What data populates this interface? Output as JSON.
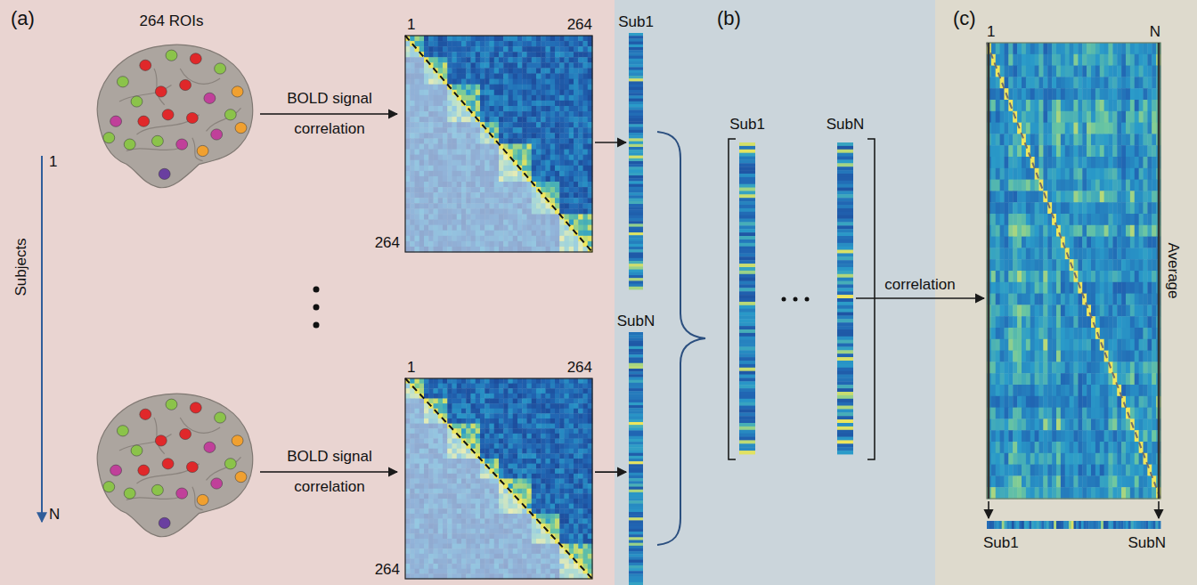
{
  "diagram": {
    "nodes": [
      {
        "text": [
          "(a)"
        ]
      },
      {
        "text": [
          "(b)"
        ]
      },
      {
        "text": [
          "(c)"
        ]
      },
      {
        "text": [
          "264 ROIs"
        ],
        "in": 0
      },
      {
        "text": [
          "1",
          "264",
          "264"
        ],
        "in": 0
      },
      {
        "text": [
          "1",
          "264",
          "264"
        ],
        "in": 0
      },
      {
        "text": [
          "Sub1"
        ],
        "in": 1
      },
      {
        "text": [
          "SubN"
        ],
        "in": 1
      },
      {
        "text": [
          "Sub1"
        ],
        "in": 1
      },
      {
        "text": [
          "SubN"
        ],
        "in": 1
      },
      {
        "text": [
          "1",
          "N",
          "Average"
        ],
        "in": 2
      },
      {
        "text": [
          "Sub1",
          "SubN"
        ],
        "in": 2
      }
    ],
    "edges": [
      {
        "from": 4,
        "to": 6,
        "arrow": "to"
      },
      {
        "from": 5,
        "to": 7,
        "arrow": "to"
      },
      {
        "from": 9,
        "to": 10,
        "label": "correlation",
        "arrow": "to"
      },
      {
        "from": 10,
        "to": 11,
        "arrow": "to"
      },
      {
        "from": 10,
        "to": 11,
        "arrow": "to"
      }
    ],
    "labels": [
      "Subjects",
      "1",
      "N",
      "BOLD signal correlation",
      "BOLD signal correlation"
    ]
  }
}
